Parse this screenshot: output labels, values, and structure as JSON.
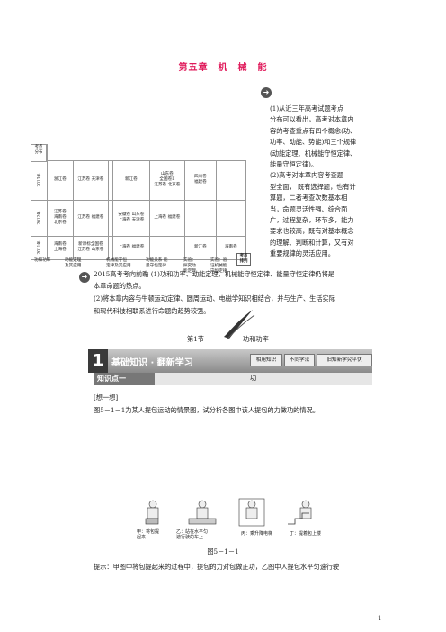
{
  "chapter_title": "第五章　机　械　能",
  "analysis": {
    "lines": [
      "(1)从近三年高考试题考点",
      "分布可以看出，高考对本章内",
      "容的考查重点有四个概念(功、",
      "功率、动能、势能)和三个规律",
      "(动能定理、机械能守恒定律、",
      "能量守恒定律)。",
      "(2)高考对本章内容考查题",
      "型全面，  既有选择题，也有计",
      "算题，二者考查次数基本相",
      "当，命题灵活性强、综合面",
      "广，过程复杂，环节多，能力",
      "要求也较高，既有对基本概念",
      "的理解、判断和计算，又有对",
      "重要规律的灵活应用。"
    ]
  },
  "table": {
    "corner": "考点\n分布",
    "rows": [
      {
        "year": "2013年",
        "cells": [
          "浙江卷",
          "江苏卷 天津卷",
          "",
          "新江卷",
          "山东卷\n全国卷Ⅱ\n江苏卷 北京卷",
          "四川卷\n福建卷",
          ""
        ]
      },
      {
        "year": "2012年",
        "cells": [
          "江苏卷\n海南卷\n北京卷",
          "江苏卷 福建卷",
          "",
          "安徽卷 山东卷\n上海卷 天津卷",
          "上海卷 福建卷",
          "",
          ""
        ]
      },
      {
        "year": "2011年",
        "cells": [
          "海南卷\n上海卷",
          "新课标全国卷\n江苏卷 山东卷",
          "",
          "上海卷 福建卷",
          "",
          "新江卷",
          "海南卷"
        ]
      }
    ],
    "footer": [
      "功和功率",
      "动能定理\n及其应用",
      "机械能守恒\n定律及其应用",
      "功能关系 能\n量守恒定律",
      "实验：\n探究动\n能定理",
      "实验：验\n证机械能\n守恒定律"
    ],
    "kaodian": "考点\n排列"
  },
  "forecast": {
    "line1": "2015高考考向前瞻 (1)功和功率、动能定理、机械能守恒定律、能量守恒定律仍将是",
    "line2": "本章命题的热点。",
    "line3": "(2)将本章内容与牛顿运动定律、圆周运动、电磁学知识相结合，并与生产、生活实际",
    "line4": "和现代科技相联系进行命题的趋势较强。"
  },
  "section": {
    "number": "第1节",
    "name": "功和功率"
  },
  "banner": {
    "num": "1",
    "title": "基础知识 · 翻新学习",
    "tabs": [
      "相用知识",
      "不同学法",
      "旧知新学究平伏"
    ]
  },
  "knowledge_point": {
    "label": "知识点一",
    "name": "功"
  },
  "think": {
    "heading": "[想一想]",
    "question": "图5－1－1为某人提包运动的情景图，试分析各图中该人提包的力做功的情况。"
  },
  "figure": {
    "captions": [
      "甲：将包提\n起来",
      "乙：站在水平匀\n速行驶的车上",
      "丙：乘升降电梯",
      "丁：提着包上楼"
    ],
    "label": "图5－1－1"
  },
  "hint": "提示：甲图中将包提起来的过程中，提包的力对包做正功，乙图中人提包水平匀速行驶",
  "page_number": "1"
}
